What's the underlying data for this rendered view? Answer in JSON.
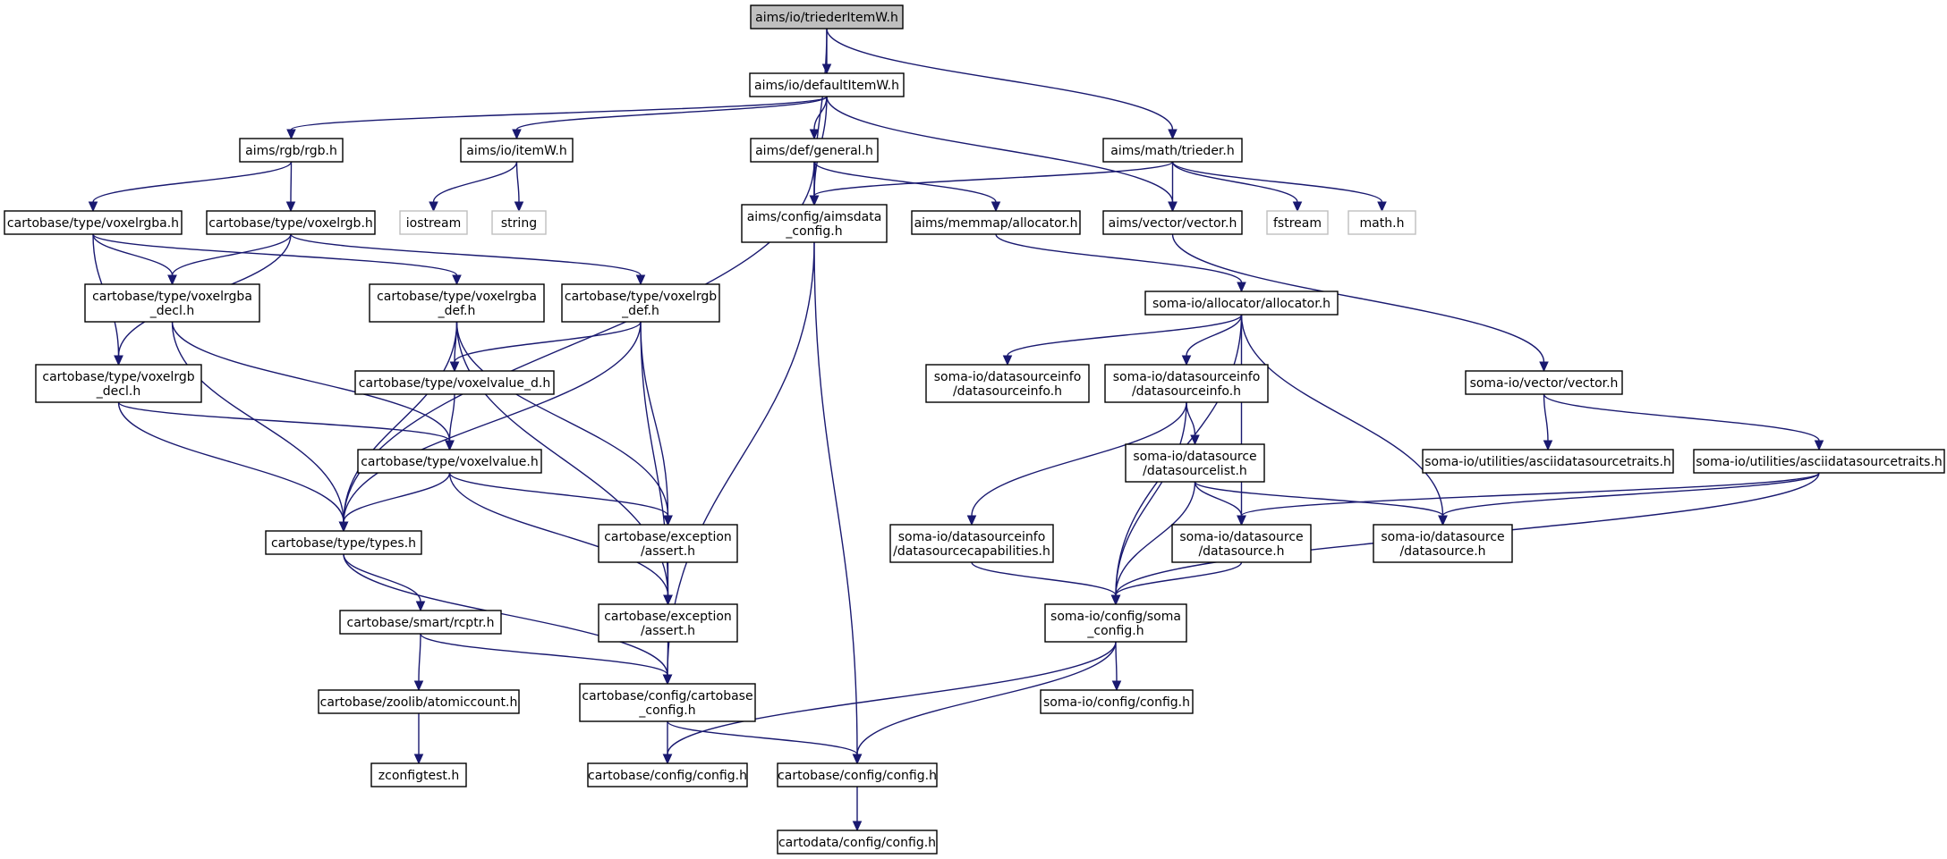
{
  "nodes": [
    {
      "id": "n_trieder_item_w",
      "lines": [
        "aims/io/triederItemW.h"
      ],
      "kind": "root"
    },
    {
      "id": "n_default_item_w",
      "lines": [
        "aims/io/defaultItemW.h"
      ]
    },
    {
      "id": "n_aimsdata_config",
      "lines": [
        "aims/config/aimsdata",
        "_config.h"
      ]
    },
    {
      "id": "n_math_trieder",
      "lines": [
        "aims/math/trieder.h"
      ]
    },
    {
      "id": "n_rgb",
      "lines": [
        "aims/rgb/rgb.h"
      ]
    },
    {
      "id": "n_item_w",
      "lines": [
        "aims/io/itemW.h"
      ]
    },
    {
      "id": "n_def_general",
      "lines": [
        "aims/def/general.h"
      ]
    },
    {
      "id": "n_aims_vector",
      "lines": [
        "aims/vector/vector.h"
      ]
    },
    {
      "id": "n_fstream",
      "lines": [
        "fstream"
      ],
      "kind": "external"
    },
    {
      "id": "n_math",
      "lines": [
        "math.h"
      ],
      "kind": "external"
    },
    {
      "id": "n_voxelrgba",
      "lines": [
        "cartobase/type/voxelrgba.h"
      ]
    },
    {
      "id": "n_voxelrgb",
      "lines": [
        "cartobase/type/voxelrgb.h"
      ]
    },
    {
      "id": "n_iostream",
      "lines": [
        "iostream"
      ],
      "kind": "external"
    },
    {
      "id": "n_string",
      "lines": [
        "string"
      ],
      "kind": "external"
    },
    {
      "id": "n_memmap_allocator",
      "lines": [
        "aims/memmap/allocator.h"
      ]
    },
    {
      "id": "n_voxelrgba_decl",
      "lines": [
        "cartobase/type/voxelrgba",
        "_decl.h"
      ]
    },
    {
      "id": "n_voxelrgba_def",
      "lines": [
        "cartobase/type/voxelrgba",
        "_def.h"
      ]
    },
    {
      "id": "n_voxelrgb_def",
      "lines": [
        "cartobase/type/voxelrgb",
        "_def.h"
      ]
    },
    {
      "id": "n_soma_allocator",
      "lines": [
        "soma-io/allocator/allocator.h"
      ]
    },
    {
      "id": "n_voxelrgb_decl",
      "lines": [
        "cartobase/type/voxelrgb",
        "_decl.h"
      ]
    },
    {
      "id": "n_voxelvalue_d",
      "lines": [
        "cartobase/type/voxelvalue_d.h"
      ]
    },
    {
      "id": "n_dsinfo_a",
      "lines": [
        "soma-io/datasourceinfo",
        "/datasourceinfo.h"
      ]
    },
    {
      "id": "n_dsinfo_b",
      "lines": [
        "soma-io/datasourceinfo",
        "/datasourceinfo.h"
      ]
    },
    {
      "id": "n_soma_vector",
      "lines": [
        "soma-io/vector/vector.h"
      ]
    },
    {
      "id": "n_voxelvalue",
      "lines": [
        "cartobase/type/voxelvalue.h"
      ]
    },
    {
      "id": "n_datasourcelist",
      "lines": [
        "soma-io/datasource",
        "/datasourcelist.h"
      ]
    },
    {
      "id": "n_asciitraits_a",
      "lines": [
        "soma-io/utilities/asciidatasourcetraits.h"
      ]
    },
    {
      "id": "n_asciitraits_b",
      "lines": [
        "soma-io/utilities/asciidatasourcetraits.h"
      ]
    },
    {
      "id": "n_types",
      "lines": [
        "cartobase/type/types.h"
      ]
    },
    {
      "id": "n_assert_a",
      "lines": [
        "cartobase/exception",
        "/assert.h"
      ]
    },
    {
      "id": "n_dscapabilities",
      "lines": [
        "soma-io/datasourceinfo",
        "/datasourcecapabilities.h"
      ]
    },
    {
      "id": "n_datasource_a",
      "lines": [
        "soma-io/datasource",
        "/datasource.h"
      ]
    },
    {
      "id": "n_datasource_b",
      "lines": [
        "soma-io/datasource",
        "/datasource.h"
      ]
    },
    {
      "id": "n_rcptr",
      "lines": [
        "cartobase/smart/rcptr.h"
      ]
    },
    {
      "id": "n_assert_b",
      "lines": [
        "cartobase/exception",
        "/assert.h"
      ]
    },
    {
      "id": "n_soma_config",
      "lines": [
        "soma-io/config/soma",
        "_config.h"
      ]
    },
    {
      "id": "n_atomiccount",
      "lines": [
        "cartobase/zoolib/atomiccount.h"
      ]
    },
    {
      "id": "n_cartobase_config",
      "lines": [
        "cartobase/config/cartobase",
        "_config.h"
      ]
    },
    {
      "id": "n_soma_io_config",
      "lines": [
        "soma-io/config/config.h"
      ]
    },
    {
      "id": "n_zconfigtest",
      "lines": [
        "zconfigtest.h"
      ]
    },
    {
      "id": "n_cartobase_config_a",
      "lines": [
        "cartobase/config/config.h"
      ]
    },
    {
      "id": "n_cartobase_config_b",
      "lines": [
        "cartobase/config/config.h"
      ]
    },
    {
      "id": "n_cartodata_config",
      "lines": [
        "cartodata/config/config.h"
      ]
    }
  ],
  "edges": [
    [
      "n_trieder_item_w",
      "n_default_item_w"
    ],
    [
      "n_trieder_item_w",
      "n_aimsdata_config"
    ],
    [
      "n_trieder_item_w",
      "n_math_trieder"
    ],
    [
      "n_default_item_w",
      "n_rgb"
    ],
    [
      "n_default_item_w",
      "n_item_w"
    ],
    [
      "n_default_item_w",
      "n_def_general"
    ],
    [
      "n_default_item_w",
      "n_aimsdata_config"
    ],
    [
      "n_default_item_w",
      "n_aims_vector"
    ],
    [
      "n_math_trieder",
      "n_aimsdata_config"
    ],
    [
      "n_math_trieder",
      "n_aims_vector"
    ],
    [
      "n_math_trieder",
      "n_fstream"
    ],
    [
      "n_math_trieder",
      "n_math"
    ],
    [
      "n_rgb",
      "n_voxelrgba"
    ],
    [
      "n_rgb",
      "n_voxelrgb"
    ],
    [
      "n_item_w",
      "n_iostream"
    ],
    [
      "n_item_w",
      "n_string"
    ],
    [
      "n_def_general",
      "n_aimsdata_config"
    ],
    [
      "n_def_general",
      "n_memmap_allocator"
    ],
    [
      "n_def_general",
      "n_types"
    ],
    [
      "n_aimsdata_config",
      "n_cartobase_config"
    ],
    [
      "n_aimsdata_config",
      "n_cartobase_config_b"
    ],
    [
      "n_aims_vector",
      "n_soma_vector"
    ],
    [
      "n_memmap_allocator",
      "n_soma_allocator"
    ],
    [
      "n_voxelrgba",
      "n_voxelrgba_decl"
    ],
    [
      "n_voxelrgba",
      "n_voxelrgba_def"
    ],
    [
      "n_voxelrgba",
      "n_voxelrgb_decl"
    ],
    [
      "n_voxelrgb",
      "n_voxelrgba_decl"
    ],
    [
      "n_voxelrgb",
      "n_voxelrgb_def"
    ],
    [
      "n_voxelrgb",
      "n_voxelrgb_decl"
    ],
    [
      "n_voxelrgba_decl",
      "n_voxelvalue"
    ],
    [
      "n_voxelrgba_decl",
      "n_types"
    ],
    [
      "n_voxelrgb_decl",
      "n_voxelvalue"
    ],
    [
      "n_voxelrgb_decl",
      "n_types"
    ],
    [
      "n_voxelrgba_def",
      "n_voxelvalue_d"
    ],
    [
      "n_voxelrgba_def",
      "n_types"
    ],
    [
      "n_voxelrgba_def",
      "n_assert_a"
    ],
    [
      "n_voxelrgba_def",
      "n_assert_b"
    ],
    [
      "n_voxelrgb_def",
      "n_voxelvalue_d"
    ],
    [
      "n_voxelrgb_def",
      "n_types"
    ],
    [
      "n_voxelrgb_def",
      "n_assert_a"
    ],
    [
      "n_voxelrgb_def",
      "n_assert_b"
    ],
    [
      "n_voxelvalue_d",
      "n_voxelvalue"
    ],
    [
      "n_voxelvalue",
      "n_types"
    ],
    [
      "n_voxelvalue",
      "n_assert_a"
    ],
    [
      "n_voxelvalue",
      "n_assert_b"
    ],
    [
      "n_types",
      "n_rcptr"
    ],
    [
      "n_types",
      "n_cartobase_config"
    ],
    [
      "n_assert_a",
      "n_assert_b"
    ],
    [
      "n_assert_b",
      "n_cartobase_config"
    ],
    [
      "n_rcptr",
      "n_atomiccount"
    ],
    [
      "n_rcptr",
      "n_cartobase_config"
    ],
    [
      "n_atomiccount",
      "n_zconfigtest"
    ],
    [
      "n_cartobase_config",
      "n_cartobase_config_a"
    ],
    [
      "n_cartobase_config",
      "n_cartobase_config_b"
    ],
    [
      "n_cartobase_config_b",
      "n_cartodata_config"
    ],
    [
      "n_soma_allocator",
      "n_dsinfo_a"
    ],
    [
      "n_soma_allocator",
      "n_dsinfo_b"
    ],
    [
      "n_soma_allocator",
      "n_datasource_a"
    ],
    [
      "n_soma_allocator",
      "n_datasource_b"
    ],
    [
      "n_soma_allocator",
      "n_soma_config"
    ],
    [
      "n_dsinfo_b",
      "n_datasourcelist"
    ],
    [
      "n_dsinfo_b",
      "n_dscapabilities"
    ],
    [
      "n_dsinfo_b",
      "n_soma_config"
    ],
    [
      "n_datasourcelist",
      "n_datasource_a"
    ],
    [
      "n_datasourcelist",
      "n_datasource_b"
    ],
    [
      "n_datasourcelist",
      "n_soma_config"
    ],
    [
      "n_dscapabilities",
      "n_soma_config"
    ],
    [
      "n_datasource_a",
      "n_soma_config"
    ],
    [
      "n_soma_vector",
      "n_asciitraits_a"
    ],
    [
      "n_soma_vector",
      "n_asciitraits_b"
    ],
    [
      "n_asciitraits_b",
      "n_datasource_a"
    ],
    [
      "n_asciitraits_b",
      "n_datasource_b"
    ],
    [
      "n_asciitraits_b",
      "n_soma_config"
    ],
    [
      "n_soma_config",
      "n_soma_io_config"
    ],
    [
      "n_soma_config",
      "n_cartobase_config_a"
    ],
    [
      "n_soma_config",
      "n_cartobase_config_b"
    ]
  ],
  "colors": {
    "edge": "#191970",
    "node_border": "#000000",
    "external_border": "#bfbfbf",
    "root_fill": "#bfbfbf",
    "background": "#ffffff"
  }
}
